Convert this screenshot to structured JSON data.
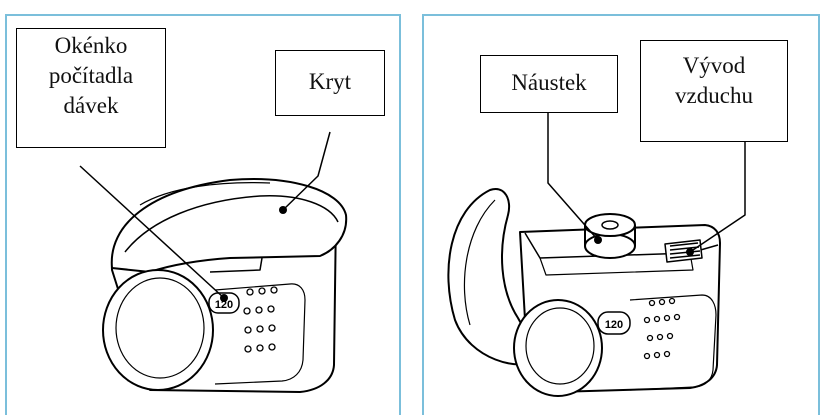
{
  "colors": {
    "panel_border": "#7bbfdb",
    "outline": "#000000",
    "fill": "#ffffff",
    "shade": "#e6e6e6"
  },
  "left_panel": {
    "labels": {
      "counter_window": [
        "Okénko",
        "počítadla",
        "dávek"
      ],
      "cover": "Kryt"
    },
    "counter_value": "120"
  },
  "right_panel": {
    "labels": {
      "mouthpiece": "Náustek",
      "air_vent": [
        "Vývod",
        "vzduchu"
      ]
    },
    "counter_value": "120"
  }
}
